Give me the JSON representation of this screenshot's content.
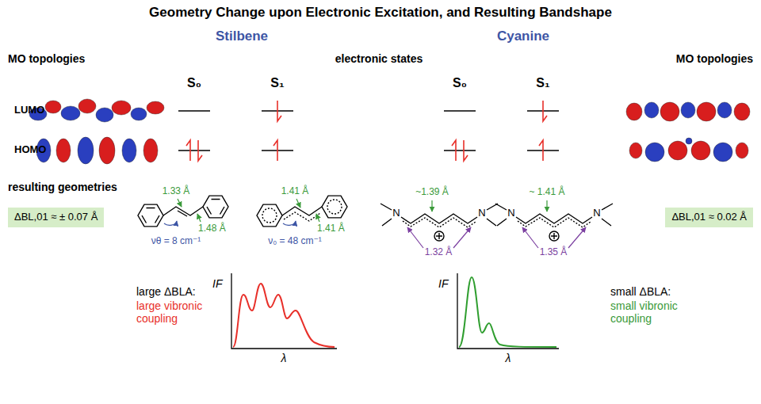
{
  "diagram": {
    "title": "Geometry Change upon Electronic Excitation, and Resulting Bandshape",
    "nodes": [
      {
        "text": [
          "ΔBL,01 ≈ ± 0.07 Å"
        ]
      },
      {
        "text": [
          "ΔBL,01 ≈ 0.02 Å"
        ]
      }
    ],
    "labels": [
      "Stilbene",
      "Cyanine",
      "MO topologies",
      "electronic states",
      "MO topologies",
      "S₀",
      "S₁",
      "S₀",
      "S₁",
      "LUMO",
      "HOMO",
      "resulting geometries",
      "1.33 Å",
      "1.41 Å",
      "~1.39 Å",
      "~ 1.41 Å",
      "N",
      "N",
      "N",
      "N",
      "1.48 Å",
      "1.41 Å",
      "νθ = 8 cm⁻¹",
      "ν₀ = 48 cm⁻¹",
      "1.32 Å",
      "1.35 Å",
      "large ΔBLA:",
      "large vibronic coupling",
      "IF",
      "λ",
      "IF",
      "λ",
      "small ΔBLA:",
      "small vibronic coupling"
    ]
  }
}
